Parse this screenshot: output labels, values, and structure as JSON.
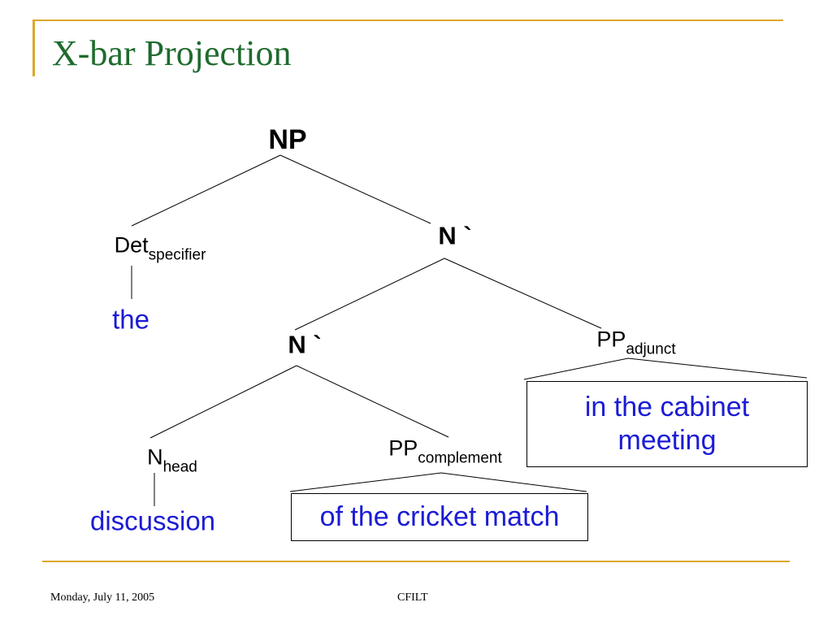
{
  "title": "X-bar Projection",
  "colors": {
    "title": "#1f6b2e",
    "accent": "#dca82b",
    "words": "#1b1bd6"
  },
  "tree": {
    "np": "NP",
    "nbar_top": "N `",
    "det": {
      "base": "Det",
      "sub": "specifier"
    },
    "nbar_mid": "N `",
    "pp_adjunct": {
      "base": "PP",
      "sub": "adjunct"
    },
    "n_head": {
      "base": "N",
      "sub": "head"
    },
    "pp_complement": {
      "base": "PP",
      "sub": "complement"
    }
  },
  "words": {
    "the": "the",
    "discussion": "discussion",
    "adjunct_phrase": "in the cabinet meeting",
    "complement_phrase": "of the cricket match"
  },
  "footer": {
    "date": "Monday, July 11, 2005",
    "org": "CFILT"
  }
}
